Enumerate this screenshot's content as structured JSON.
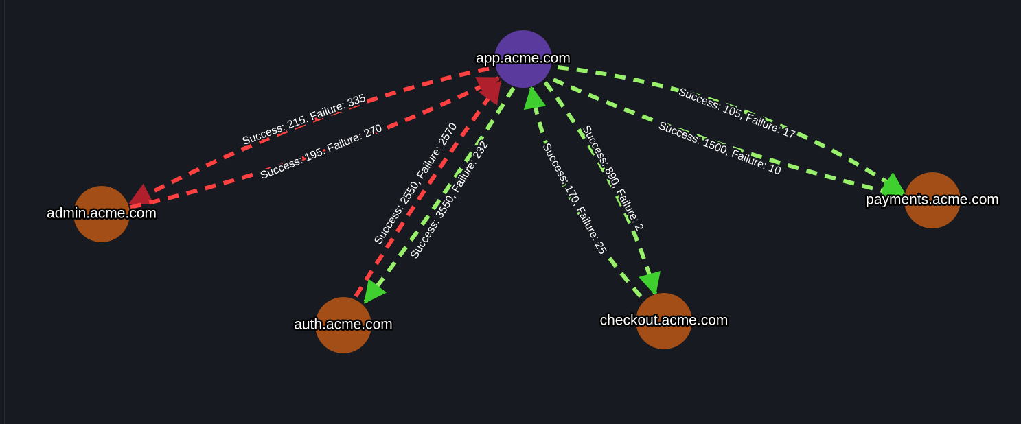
{
  "colors": {
    "background": "#171a21",
    "hub_node": "#5b3a9e",
    "service_node": "#a34e16",
    "edge_failure": "#ff4040",
    "edge_failure_arrow": "#b0202c",
    "edge_success": "#98f06a",
    "edge_success_arrow": "#3fcf2f",
    "node_label": "#ffffff",
    "node_label_outline": "#000000",
    "edge_label": "#ffffff"
  },
  "nodes": [
    {
      "id": "app",
      "label": "app.acme.com",
      "role": "hub"
    },
    {
      "id": "admin",
      "label": "admin.acme.com",
      "role": "service"
    },
    {
      "id": "auth",
      "label": "auth.acme.com",
      "role": "service"
    },
    {
      "id": "checkout",
      "label": "checkout.acme.com",
      "role": "service"
    },
    {
      "id": "payments",
      "label": "payments.acme.com",
      "role": "service"
    }
  ],
  "edges": [
    {
      "id": "e1",
      "from": "app",
      "to": "admin",
      "label": "Success: 215, Failure: 335",
      "status": "failure"
    },
    {
      "id": "e2",
      "from": "admin",
      "to": "app",
      "label": "Success: 195, Failure: 270",
      "status": "failure"
    },
    {
      "id": "e3",
      "from": "auth",
      "to": "app",
      "label": "Success: 2550, Failure: 2570",
      "status": "failure"
    },
    {
      "id": "e4",
      "from": "app",
      "to": "auth",
      "label": "Success: 3550, Failure: 232",
      "status": "success"
    },
    {
      "id": "e5",
      "from": "checkout",
      "to": "app",
      "label": "Success: 170, Failure: 25",
      "status": "success"
    },
    {
      "id": "e6",
      "from": "app",
      "to": "checkout",
      "label": "Success: 890, Failure: 2",
      "status": "success"
    },
    {
      "id": "e7",
      "from": "app",
      "to": "payments",
      "label": "Success: 105, Failure: 17",
      "status": "success"
    },
    {
      "id": "e8",
      "from": "app",
      "to": "payments",
      "label": "Success: 1500, Failure: 10",
      "status": "success"
    }
  ]
}
